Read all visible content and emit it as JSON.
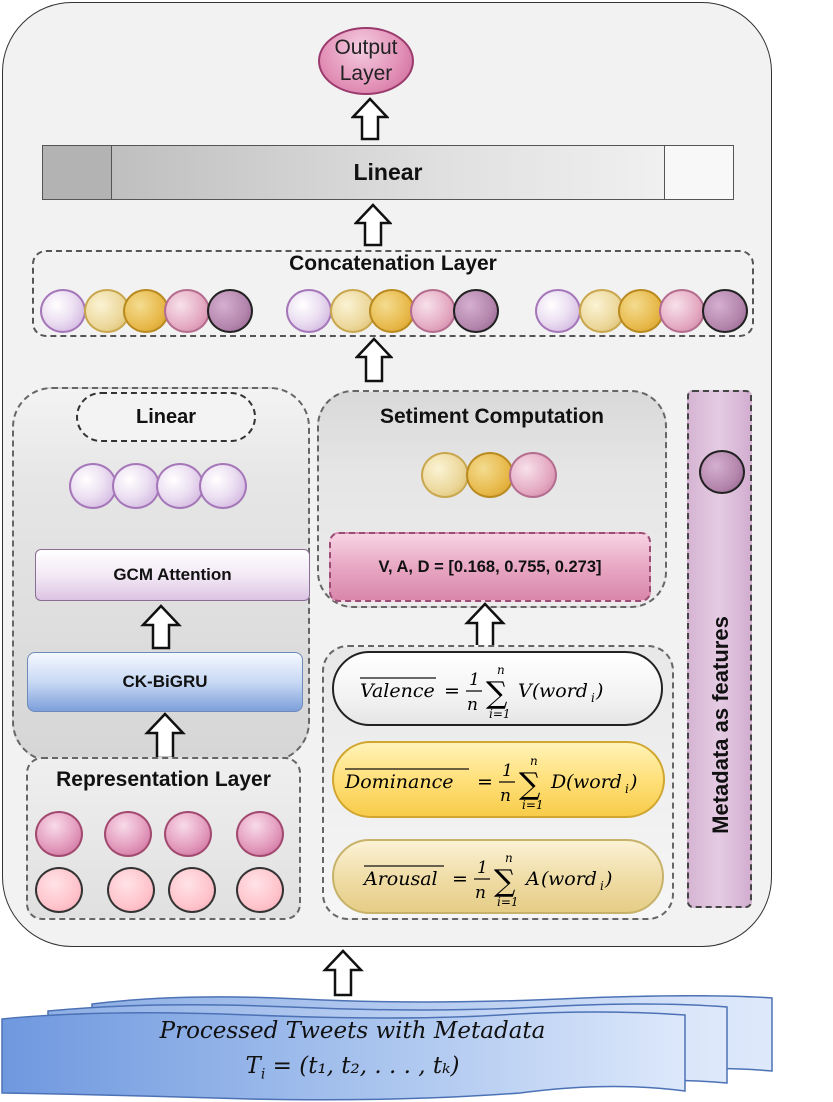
{
  "output_layer": {
    "line1": "Output",
    "line2": "Layer"
  },
  "top_linear": {
    "label": "Linear"
  },
  "concatenation": {
    "title": "Concatenation Layer"
  },
  "left_branch": {
    "linear_label": "Linear",
    "gcm_label": "GCM Attention",
    "ckbigru_label": "CK-BiGRU",
    "representation_title": "Representation Layer"
  },
  "sentiment": {
    "title": "Setiment Computation",
    "vad_text": "V, A, D = [0.168, 0.755, 0.273]"
  },
  "formulas": {
    "valence": {
      "name": "Valence",
      "fn": "V"
    },
    "dominance": {
      "name": "Dominance",
      "fn": "D"
    },
    "arousal": {
      "name": "Arousal",
      "fn": "A"
    },
    "eq": "=",
    "numerator": "1",
    "denominator": "n",
    "sum_upper": "n",
    "sum_lower": "i=1",
    "arg": "word",
    "sub": "i"
  },
  "metadata": {
    "label": "Metadata as features"
  },
  "input": {
    "line1": "Processed Tweets with Metadata",
    "line2_lhs": "T",
    "line2_sub": "i",
    "line2_rhs": "= (t₁, t₂, . . . , tₖ)"
  },
  "colors": {
    "container_bg": "#f2f2f2",
    "output_pink": "#e28fb6",
    "gcm_purple": "#dcc4e4",
    "ckbigru_blue": "#7d9fdb",
    "vad_pink": "#e8a7c3",
    "dominance_yellow": "#ffe07a",
    "arousal_tan": "#efdca4",
    "metadata_purple": "#d6b6d3",
    "document_blue": "#a9c4ee"
  }
}
